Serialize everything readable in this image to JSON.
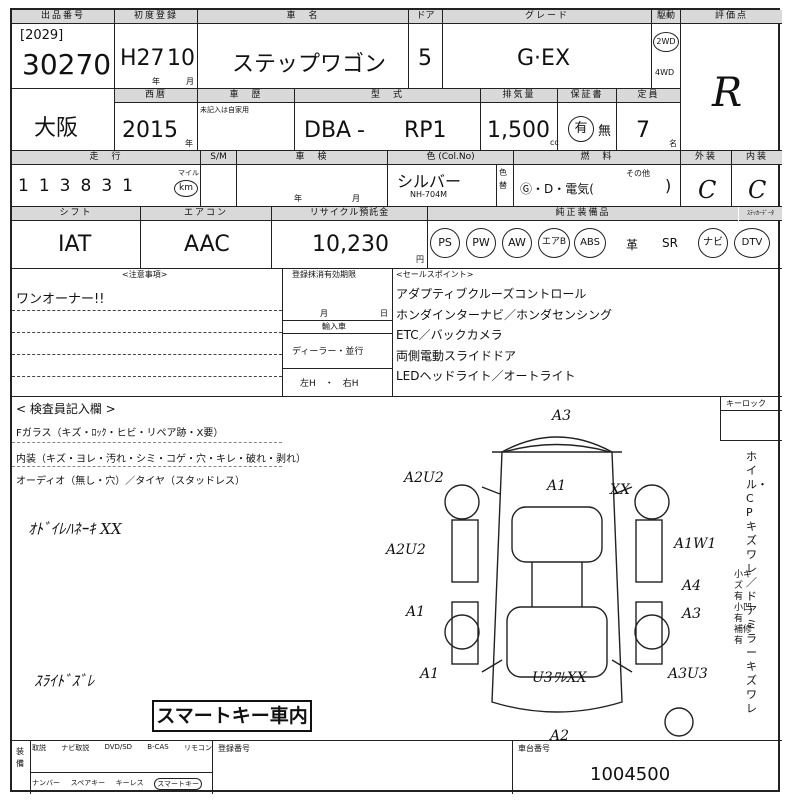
{
  "header": {
    "lot_label": "出品番号",
    "lot_sub": "[2029]",
    "lot_number": "30270",
    "first_reg_label": "初度登録",
    "first_reg_era": "H27",
    "first_reg_month": "10",
    "first_reg_year_unit": "年",
    "first_reg_month_unit": "月",
    "car_name_label": "車　名",
    "car_name": "ステップワゴン",
    "doors_label": "ドア",
    "doors": "5",
    "grade_label": "グレード",
    "grade": "G·EX",
    "drive_label": "駆動",
    "drive_2wd": "2WD",
    "drive_4wd": "4WD",
    "score_label": "評価点",
    "score": "R"
  },
  "row2": {
    "region": "大阪",
    "year_label": "西暦",
    "year": "2015",
    "year_unit": "年",
    "history_label": "車　歴",
    "history_note": "未記入は自家用",
    "model_label": "型　式",
    "model_prefix": "DBA",
    "model_dash": "-",
    "model_code": "RP1",
    "displacement_label": "排気量",
    "displacement": "1,500",
    "displacement_unit": "cc",
    "warranty_label": "保証書",
    "warranty_yes": "有",
    "warranty_no": "無",
    "capacity_label": "定員",
    "capacity": "7",
    "capacity_unit": "名"
  },
  "row3": {
    "mileage_label": "走　行",
    "mileage_digits": [
      "1",
      "1",
      "3",
      "8",
      "3",
      "1"
    ],
    "mileage_unit_mile": "マイル",
    "mileage_unit_km": "km",
    "meter_label": "S/M",
    "inspection_label": "車　検",
    "inspection_year_unit": "年",
    "inspection_month_unit": "月",
    "color_label": "色 (Col.No)",
    "color": "シルバー",
    "color_no": "NH-704M",
    "color_change_label": "色替",
    "fuel_label": "燃　料",
    "fuel_options": "Ⓖ・D・電気(",
    "fuel_other_label": "その他",
    "exterior_label": "外装",
    "exterior": "C",
    "interior_label": "内装",
    "interior": "C"
  },
  "row4": {
    "shift_label": "シフト",
    "shift": "IAT",
    "aircon_label": "エアコン",
    "aircon": "AAC",
    "recycle_label": "リサイクル預託金",
    "recycle": "10,230",
    "recycle_unit": "円",
    "equipment_label": "純正装備品",
    "equipment": [
      "PS",
      "PW",
      "AW",
      "エアB",
      "ABS"
    ],
    "leather": "革",
    "sunroof": "SR",
    "navi": "ナビ",
    "tv": "DTV",
    "sticker_label": "ｽﾃｯｶｰﾃﾞｰﾀ"
  },
  "notes": {
    "caution_label": "<注意事項>",
    "caution_text": "ワンオーナー!!",
    "reg_deadline_label": "登録抹消有効期限",
    "reg_month": "月",
    "reg_day": "日",
    "import_label": "輸入車",
    "import_type": "ディーラー・並行",
    "handle": "左H　・　右H",
    "sales_label": "<セールスポイント>",
    "sales_points": [
      "アダプティブクルーズコントロール",
      "ホンダインターナビ／ホンダセンシング",
      "ETC／バックカメラ",
      "両側電動スライドドア",
      "LEDヘッドライト／オートライト"
    ]
  },
  "inspector": {
    "title": "< 検査員記入欄 >",
    "line1": "Fガラス（キズ・ﾛｯｸ・ヒビ・リペア跡・X要）",
    "line1_mark": "X要",
    "line2": "内装（キズ・ヨレ・汚れ・シミ・コゲ・穴・キレ・破れ・剥れ）",
    "line3": "オーディオ（無し・穴）／タイヤ（スタッドレス）",
    "hand1": "ｵﾄﾞｲﾚﾊﾈｰｷ XX",
    "hand2": "ｽﾗｲﾄﾞｽﾞﾚ",
    "sticker": "スマートキー車内",
    "keylock_label": "キーロック",
    "side_text": "ホイル・CPキズワレ／ドアミラーキズワレ",
    "side_small": [
      "小キズ",
      "有",
      "小凹",
      "有",
      "補修",
      "有"
    ]
  },
  "diagram": {
    "labels": [
      "A3",
      "A2U2",
      "A1",
      "XX",
      "A2U2",
      "A1W1",
      "A4",
      "A3",
      "A1",
      "A1",
      "U3ﾜﾚXX",
      "A3U3",
      "A2"
    ]
  },
  "footer": {
    "equip_label": "装備",
    "equip_items_1": [
      "取説",
      "ナビ取説",
      "DVD/SD",
      "B-CAS",
      "リモコン"
    ],
    "equip_items_2": [
      "ナンバー",
      "スペアキー",
      "キーレス",
      "スマートキー"
    ],
    "reg_no_label": "登録番号",
    "chassis_label": "車台番号",
    "chassis_no": "1004500"
  }
}
